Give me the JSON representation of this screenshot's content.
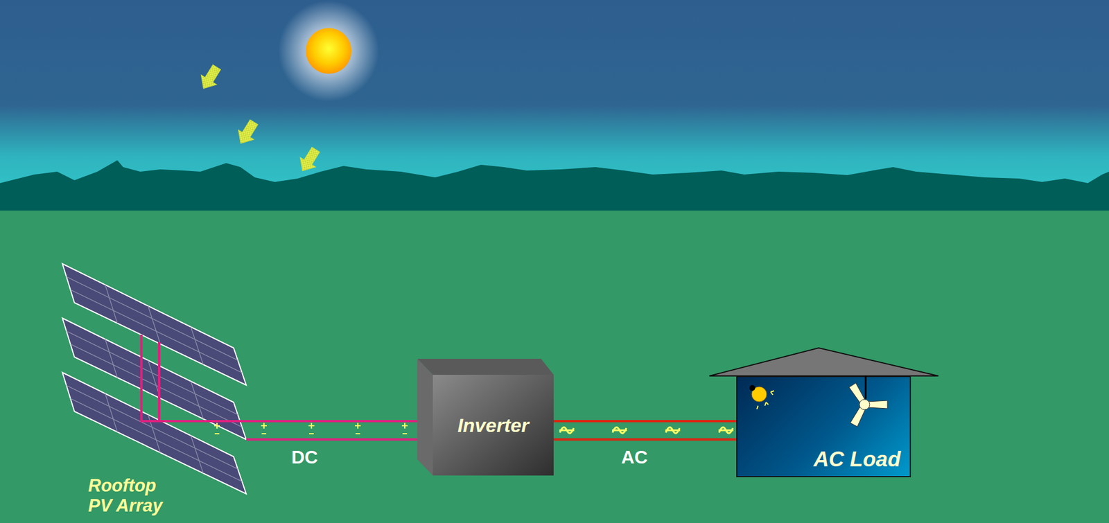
{
  "diagram": {
    "nodes": [
      {
        "text": [
          "Rooftop PV Array"
        ]
      },
      {
        "text": [
          "Inverter"
        ]
      },
      {
        "text": [
          "AC Load"
        ]
      }
    ],
    "edges": [
      {
        "from": 0,
        "to": 1,
        "arrow": "none",
        "label": "DC"
      },
      {
        "from": 1,
        "to": 2,
        "arrow": "none",
        "label": "AC"
      }
    ]
  }
}
